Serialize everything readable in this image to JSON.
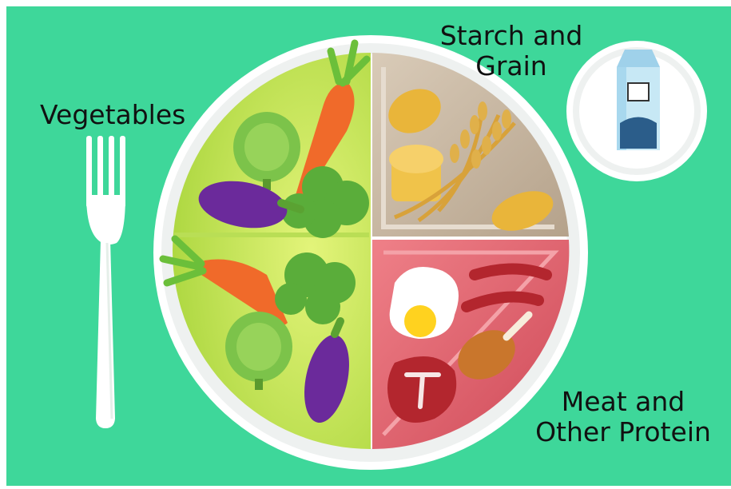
{
  "labels": {
    "vegetables": "Vegetables",
    "starch_line1": "Starch and",
    "starch_line2": "Grain",
    "meat_line1": "Meat and",
    "meat_line2": "Other Protein"
  },
  "colors": {
    "background": "#3ed79a",
    "vegetables_section": "#c6e84a",
    "starch_section": "#c9b8a3",
    "protein_section": "#e15e6a",
    "plate": "#ffffff",
    "fork": "#ffffff"
  },
  "icons": {
    "fork": "fork-icon",
    "milk": "milk-carton-icon",
    "plate": "dinner-plate"
  }
}
